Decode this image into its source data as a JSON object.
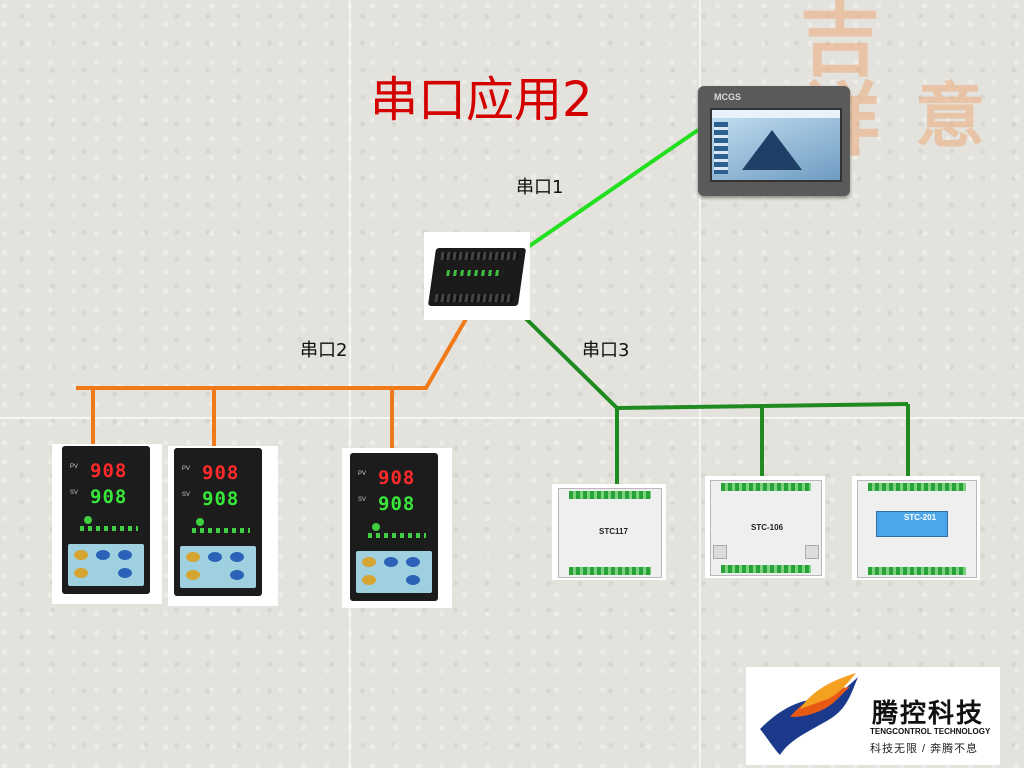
{
  "title": "串口应用2",
  "ports": {
    "port1": "串口1",
    "port2": "串口2",
    "port3": "串口3"
  },
  "colors": {
    "title": "#d40000",
    "port1_wire": "#22e020",
    "port2_wire": "#f07a1a",
    "port3_wire": "#1f8a1f"
  },
  "hmi": {
    "brand": "MCGS"
  },
  "controllers": [
    {
      "pv_label": "PV",
      "pv": "908",
      "sv_label": "SV",
      "sv": "908"
    },
    {
      "pv_label": "PV",
      "pv": "908",
      "sv_label": "SV",
      "sv": "908"
    },
    {
      "pv_label": "PV",
      "pv": "908",
      "sv_label": "SV",
      "sv": "908"
    }
  ],
  "modules": [
    {
      "model": "STC117"
    },
    {
      "model": "STC-106"
    },
    {
      "model": "STC-201"
    }
  ],
  "logo": {
    "name": "腾控科技",
    "english": "TENGCONTROL TECHNOLOGY",
    "slogan": "科技无限 / 奔腾不息"
  }
}
